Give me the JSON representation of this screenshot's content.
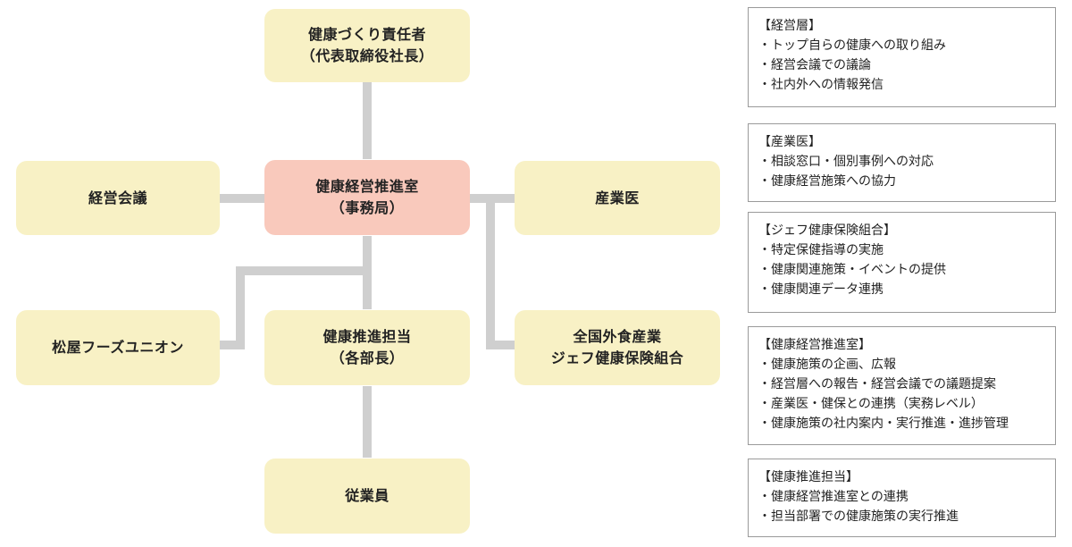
{
  "nodes": {
    "ceo": {
      "line1": "健康づくり責任者",
      "line2": "（代表取締役社長）"
    },
    "office": {
      "line1": "健康経営推進室",
      "line2": "（事務局）"
    },
    "management_meeting": {
      "label": "経営会議"
    },
    "industrial_physician": {
      "label": "産業医"
    },
    "matsuya_foods": {
      "label": "松屋フーズユニオン"
    },
    "promotion_manager": {
      "line1": "健康推進担当",
      "line2": "（各部長）"
    },
    "insurance_union": {
      "line1": "全国外食産業",
      "line2": "ジェフ健康保険組合"
    },
    "employees": {
      "label": "従業員"
    }
  },
  "roles": [
    {
      "title": "【経営層】",
      "items": [
        "トップ自らの健康への取り組み",
        "経営会議での議論",
        "社内外への情報発信"
      ]
    },
    {
      "title": "【産業医】",
      "items": [
        "相談窓口・個別事例への対応",
        "健康経営施策への協力"
      ]
    },
    {
      "title": "【ジェフ健康保険組合】",
      "items": [
        "特定保健指導の実施",
        "健康関連施策・イベントの提供",
        "健康関連データ連携"
      ]
    },
    {
      "title": "【健康経営推進室】",
      "items": [
        "健康施策の企画、広報",
        "経営層への報告・経営会議での議題提案",
        "産業医・健保との連携（実務レベル）",
        "健康施策の社内案内・実行推進・進捗管理"
      ]
    },
    {
      "title": "【健康推進担当】",
      "items": [
        "健康経営推進室との連携",
        "担当部署での健康施策の実行推進"
      ]
    }
  ]
}
